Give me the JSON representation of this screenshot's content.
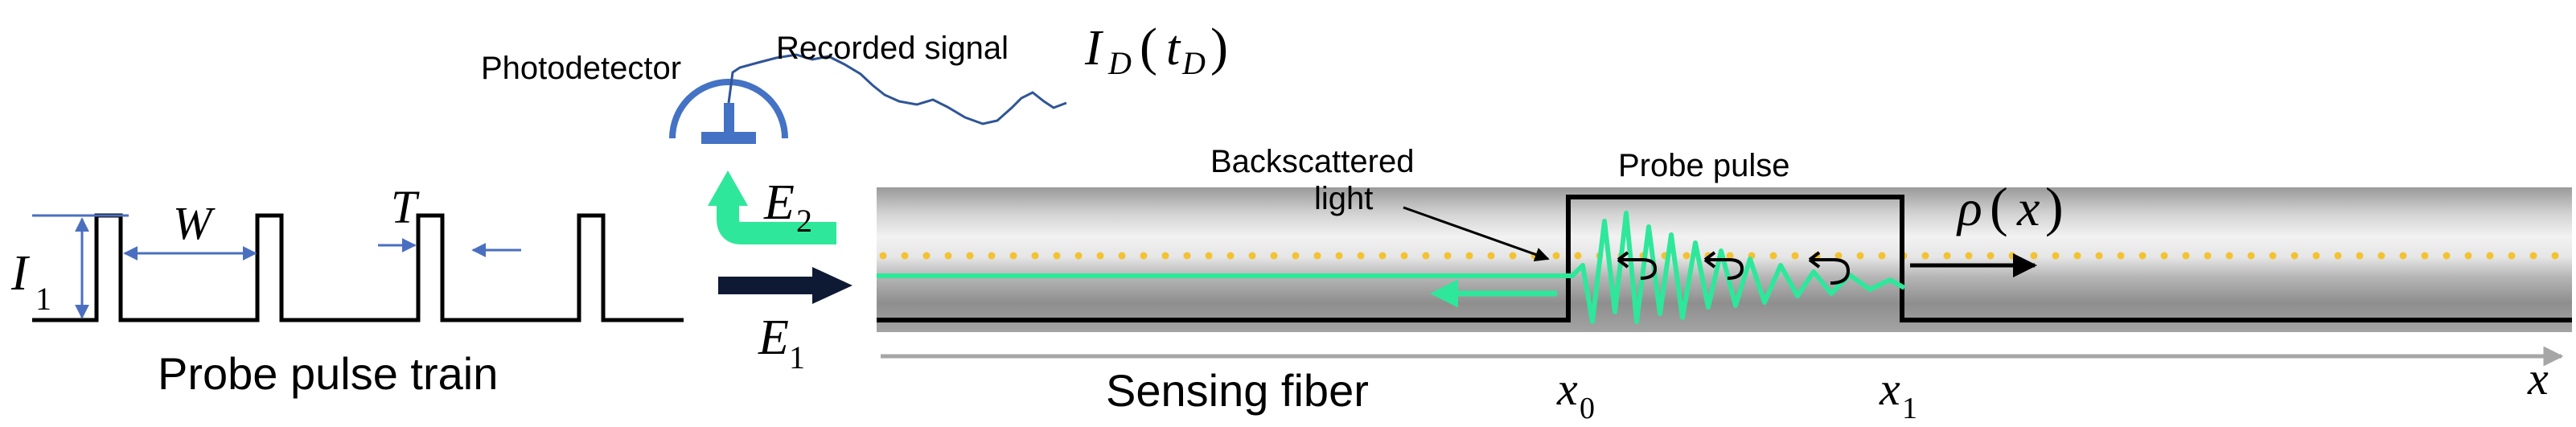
{
  "labels": {
    "photodetector": "Photodetector",
    "recorded_signal": "Recorded signal",
    "backscattered_line1": "Backscattered",
    "backscattered_line2": "light",
    "probe_pulse": "Probe pulse",
    "probe_pulse_train": "Probe pulse train",
    "sensing_fiber": "Sensing fiber"
  },
  "math": {
    "id_main": "I",
    "id_sub": "D",
    "id_paren_open": "(",
    "id_arg": "t",
    "id_arg_sub": "D",
    "id_paren_close": ")",
    "W": "W",
    "T": "T",
    "I1_main": "I",
    "I1_sub": "1",
    "E2_main": "E",
    "E2_sub": "2",
    "E1_main": "E",
    "E1_sub": "1",
    "rho_main": "ρ",
    "rho_open": "(",
    "rho_arg": "x",
    "rho_close": ")",
    "x0_main": "x",
    "x0_sub": "0",
    "x1_main": "x",
    "x1_sub": "1",
    "x_axis": "x"
  },
  "colors": {
    "pulse": "#000000",
    "backscatter": "#2fe79a",
    "detector": "#4472c4",
    "dimension_arrow": "#4a6fc0",
    "fiber_light": "#f2f2f2",
    "fiber_dark": "#8c8c8c",
    "scatterers": "#f2c232",
    "axis": "#a6a6a6"
  },
  "icons": [
    "photodetector-icon",
    "backscatter-bent-arrow-icon",
    "input-arrow-icon"
  ]
}
